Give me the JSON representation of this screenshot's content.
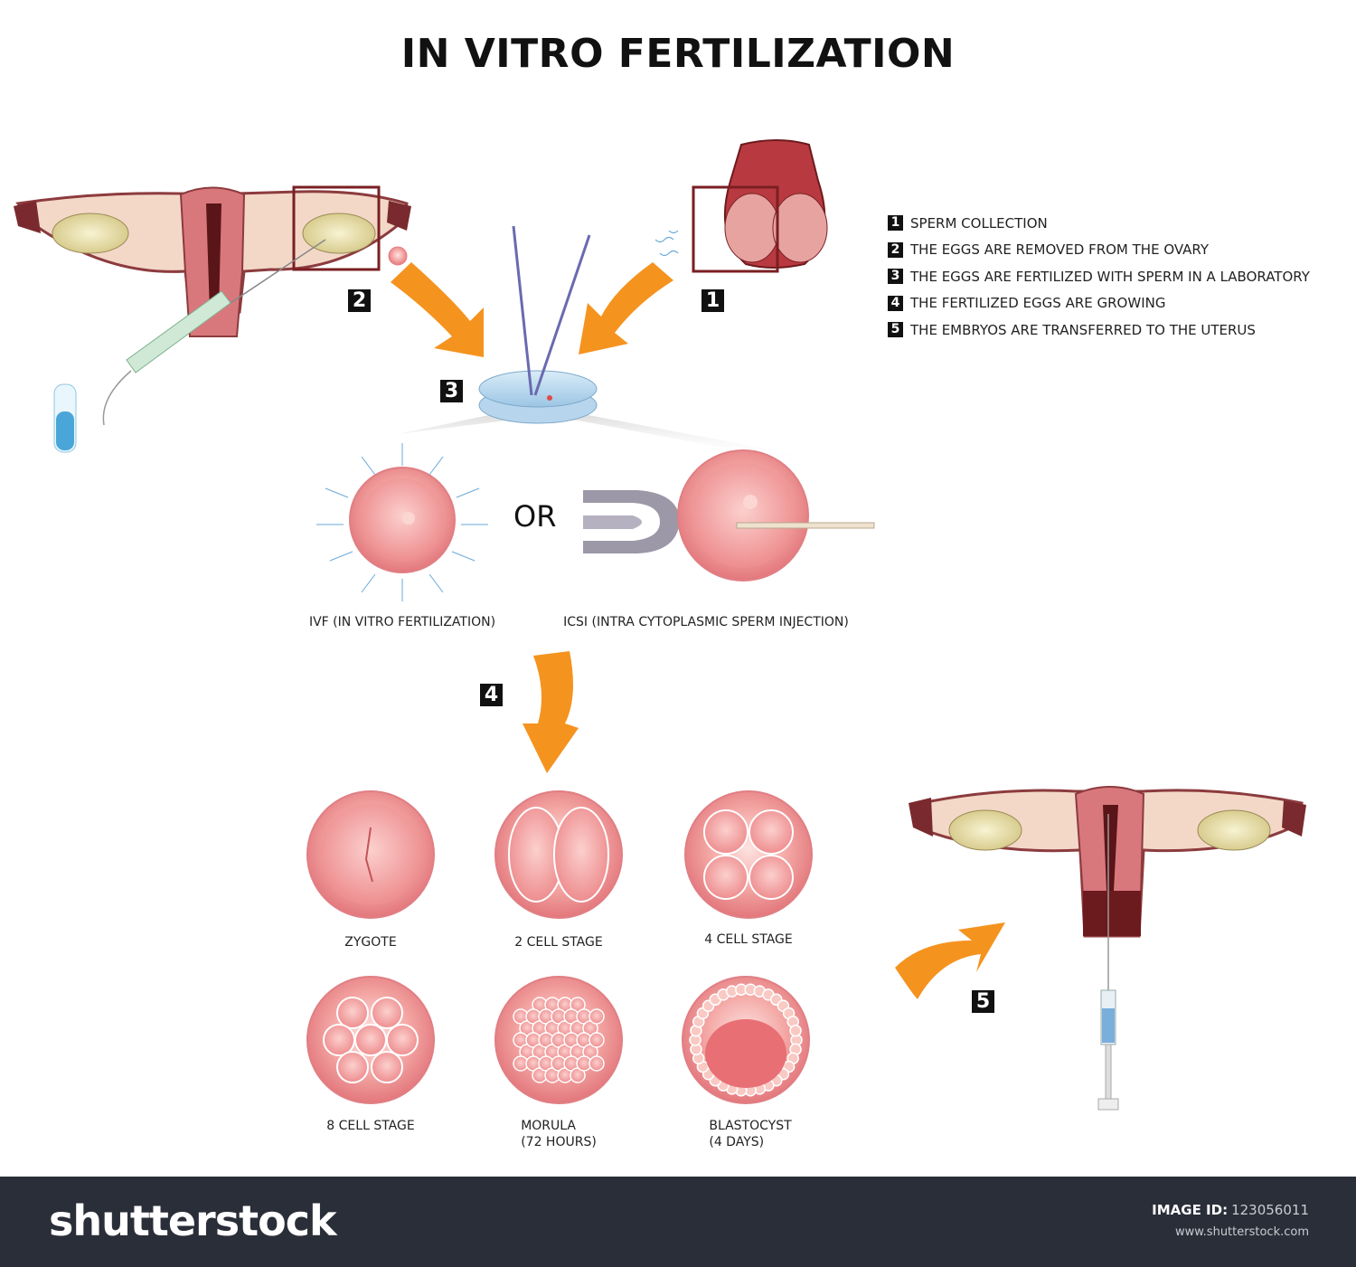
{
  "title": "IN VITRO FERTILIZATION",
  "legend": [
    {
      "num": "1",
      "text": "SPERM COLLECTION"
    },
    {
      "num": "2",
      "text": "THE EGGS ARE REMOVED FROM THE OVARY"
    },
    {
      "num": "3",
      "text": "THE EGGS ARE FERTILIZED WITH SPERM IN A LABORATORY"
    },
    {
      "num": "4",
      "text": "THE FERTILIZED EGGS ARE GROWING"
    },
    {
      "num": "5",
      "text": "THE EMBRYOS  ARE TRANSFERRED TO THE UTERUS"
    }
  ],
  "methods": {
    "ivf": "IVF (IN VITRO FERTILIZATION)",
    "or": "OR",
    "icsi": "ICSI (INTRA CYTOPLASMIC SPERM INJECTION)"
  },
  "stages": [
    {
      "line1": "ZYGOTE",
      "line2": ""
    },
    {
      "line1": "2 CELL STAGE",
      "line2": ""
    },
    {
      "line1": "4 CELL STAGE",
      "line2": ""
    },
    {
      "line1": "8 CELL STAGE",
      "line2": ""
    },
    {
      "line1": "MORULA",
      "line2": "(72 HOURS)"
    },
    {
      "line1": "BLASTOCYST",
      "line2": "(4 DAYS)"
    }
  ],
  "footer": {
    "logo": "shutterstock",
    "image_id_label": "IMAGE ID:",
    "image_id": "123056011",
    "site": "www.shutterstock.com"
  },
  "colors": {
    "arrow": "#f5931f",
    "egg": "#f08a8e",
    "footer": "#2a2e38",
    "tissue": "#a8454a"
  }
}
